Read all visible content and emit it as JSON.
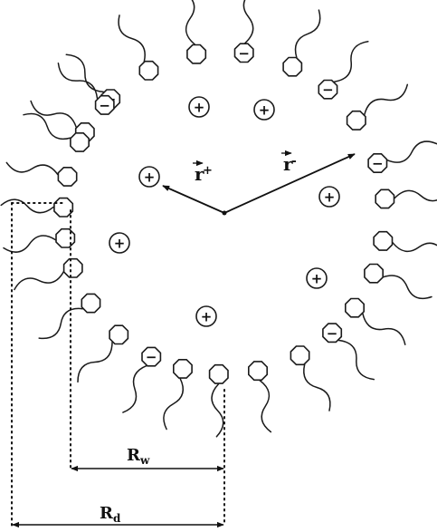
{
  "labels": {
    "r_plus_main": "r",
    "r_plus_sup": "+",
    "r_minus_main": "r",
    "r_minus_sup": "-",
    "rw_main": "R",
    "rw_sub": "w",
    "rd_main": "R",
    "rd_sub": "d"
  },
  "symbols": {
    "cation": "+",
    "anion": "−"
  },
  "colors": {
    "ink": "#111111",
    "highlight_ion_fill": "#d7d7d7",
    "background": "#ffffff"
  }
}
